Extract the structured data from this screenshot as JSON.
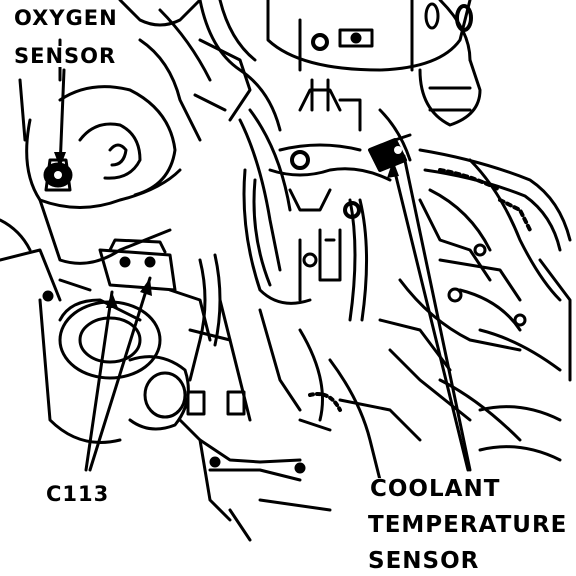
{
  "labels": {
    "oxygen_sensor_line1": "OXYGEN",
    "oxygen_sensor_line2": "SENSOR",
    "connector": "C113",
    "coolant_line1": "COOLANT",
    "coolant_line2": "TEMPERATURE",
    "coolant_line3": "SENSOR"
  },
  "colors": {
    "ink": "#000000",
    "paper": "#ffffff"
  }
}
